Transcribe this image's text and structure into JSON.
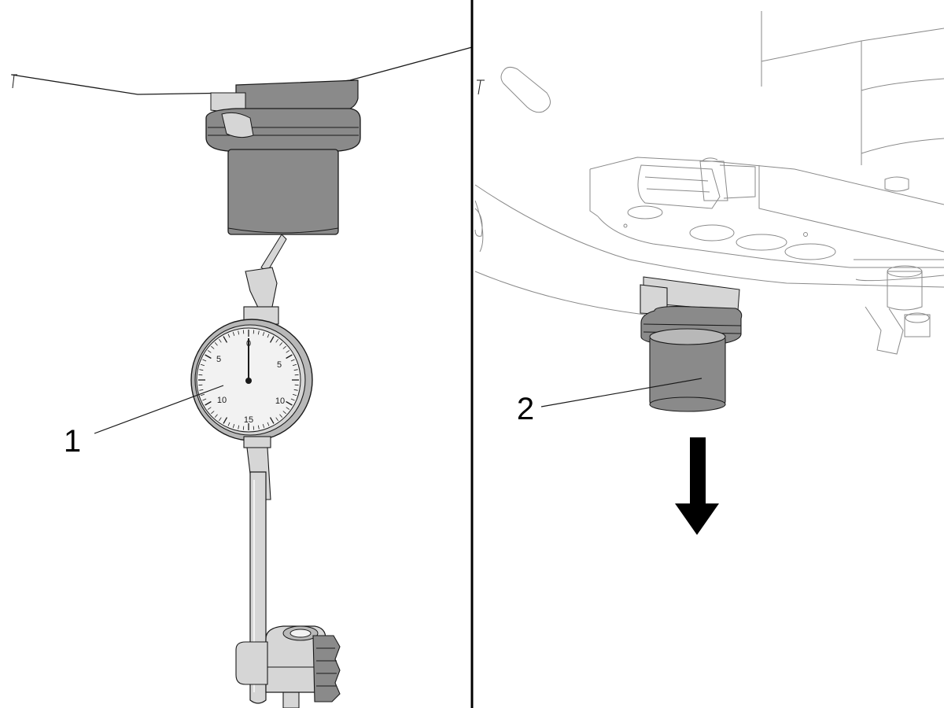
{
  "callouts": {
    "left": "1",
    "right": "2"
  },
  "dial": {
    "top": "0",
    "upper_left": "5",
    "upper_right": "5",
    "lower_left": "10",
    "lower_right": "10",
    "bottom": "15"
  },
  "colors": {
    "line": "#1a1a1a",
    "gray_dark": "#8a8a8a",
    "gray_mid": "#b8b8b8",
    "gray_light": "#d6d6d6",
    "face": "#f2f2f2",
    "arrow": "#000000"
  },
  "icons": {
    "direction": "arrow-down-icon"
  }
}
